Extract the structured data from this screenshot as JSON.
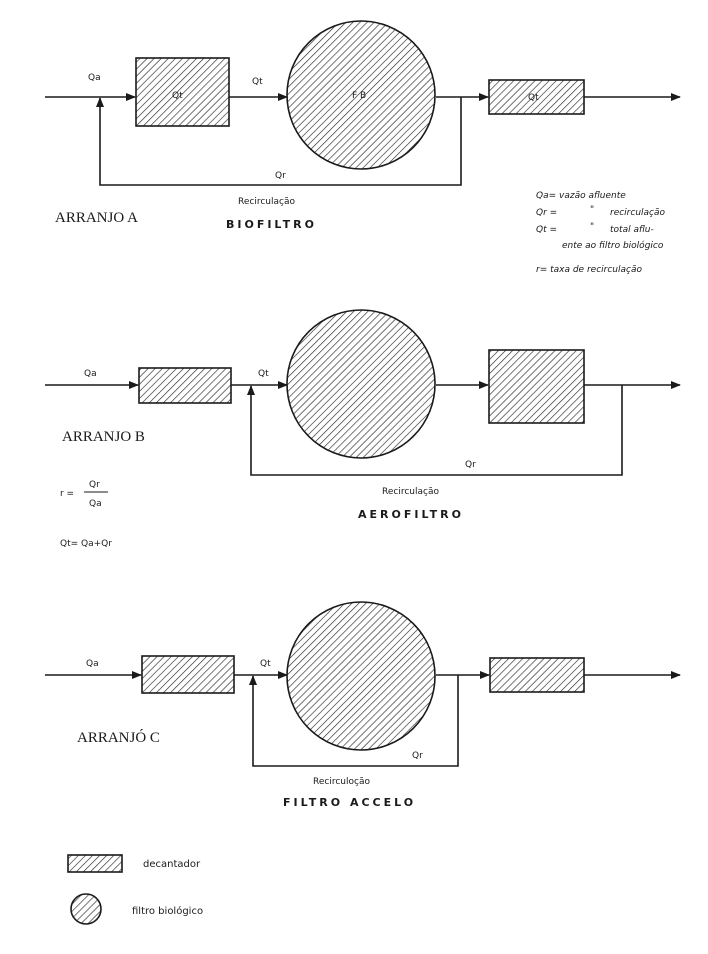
{
  "arrangements": [
    {
      "id": "a",
      "name": "ARRANJO A",
      "title": "BIOFILTRO",
      "recirculation_label": "Recirculação",
      "labels": {
        "qa": "Qa",
        "qt": "Qt",
        "qr": "Qr",
        "box1": "Qt",
        "circle": "F B",
        "box2": "Qt"
      }
    },
    {
      "id": "b",
      "name": "ARRANJO B",
      "title": "AEROFILTRO",
      "recirculation_label": "Recirculação",
      "labels": {
        "qa": "Qa",
        "qt": "Qt",
        "qr": "Qr"
      }
    },
    {
      "id": "c",
      "name": "ARRANJÓ C",
      "title": "FILTRO ACCELO",
      "recirculation_label": "Recirculoção",
      "labels": {
        "qa": "Qa",
        "qt": "Qt",
        "qr": "Qr"
      }
    }
  ],
  "notes": {
    "line1": "Qa= vazão afluente",
    "line2a": "Qr =",
    "line2b": "\"",
    "line2c": "recirculação",
    "line3a": "Qt =",
    "line3b": "\"",
    "line3c": "total aflu-",
    "line4": "ente ao filtro biológico",
    "line5": "r= taxa de recirculação"
  },
  "formula": {
    "r_label": "r =",
    "numerator": "Qr",
    "denominator": "Qa",
    "qt_eq": "Qt= Qa+Qr"
  },
  "legend": {
    "decantador": "decantador",
    "filtro": "filtro biológico"
  },
  "icons": {
    "box": "hatched-rectangle-icon",
    "circle": "hatched-circle-icon"
  }
}
